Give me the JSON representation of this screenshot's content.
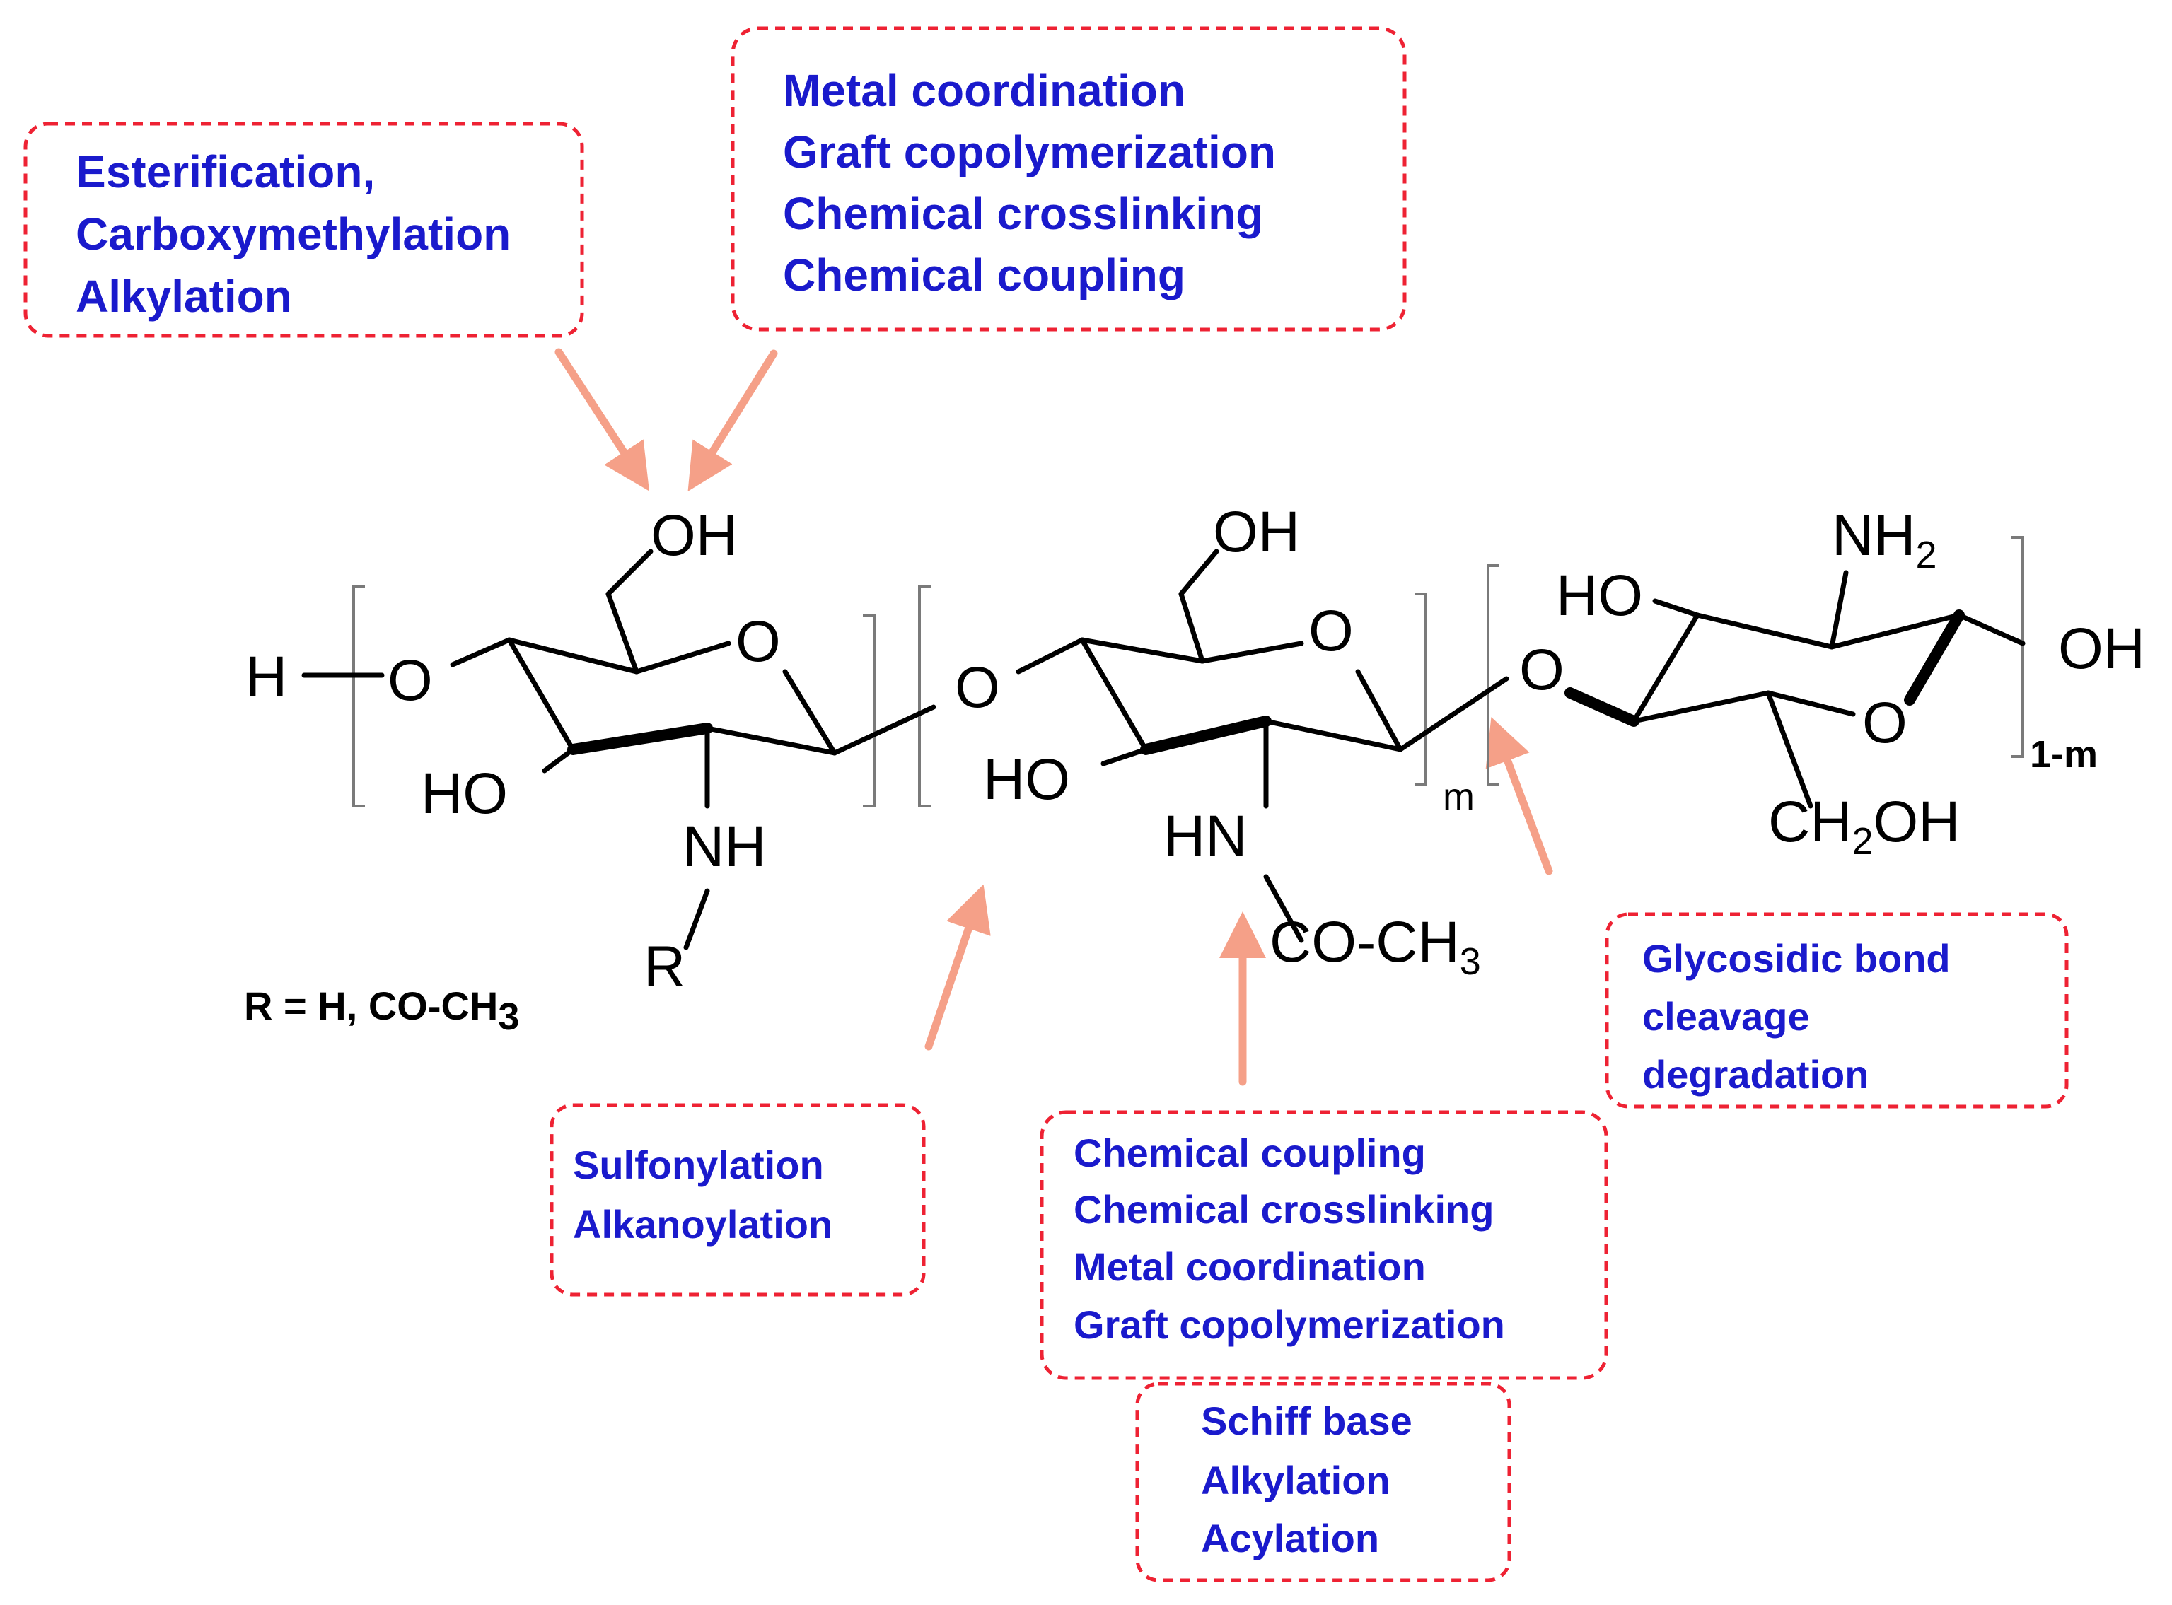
{
  "colors": {
    "box_border": "#ee2233",
    "box_text": "#1a1acc",
    "arrow": "#f5a088"
  },
  "boxes": {
    "top_left": {
      "lines": [
        "Esterification,",
        "Carboxymethylation",
        "Alkylation"
      ]
    },
    "top_center": {
      "lines": [
        "Metal coordination",
        "Graft copolymerization",
        "Chemical crosslinking",
        "Chemical coupling"
      ]
    },
    "right": {
      "lines": [
        "Glycosidic bond",
        "cleavage",
        "degradation"
      ]
    },
    "bottom_left": {
      "lines": [
        "Sulfonylation",
        "Alkanoylation"
      ]
    },
    "bottom_center": {
      "lines": [
        "Chemical coupling",
        "Chemical crosslinking",
        "Metal coordination",
        "Graft copolymerization"
      ]
    },
    "bottom_lower": {
      "lines": [
        "Schiff base",
        "Alkylation",
        "Acylation"
      ]
    }
  },
  "structure": {
    "atoms": {
      "h_left": "H",
      "o_link1": "O",
      "o_link2": "O",
      "o_link3": "O",
      "oh_top1": "OH",
      "o_ring1": "O",
      "ho_1": "HO",
      "nh_1": "NH",
      "r_1": "R",
      "oh_top2": "OH",
      "o_ring2": "O",
      "ho_2": "HO",
      "hn_2": "HN",
      "co_ch3": "CO-CH",
      "co_ch3_sub": "3",
      "ho_3": "HO",
      "nh2": "NH",
      "nh2_sub": "2",
      "oh_end": "OH",
      "o_ring3": "O",
      "ch2oh_a": "CH",
      "ch2oh_sub": "2",
      "ch2oh_b": "OH",
      "m_label": "m",
      "one_minus_m": "1-m"
    },
    "note": "R = H, CO-CH",
    "note_sub": "3"
  }
}
